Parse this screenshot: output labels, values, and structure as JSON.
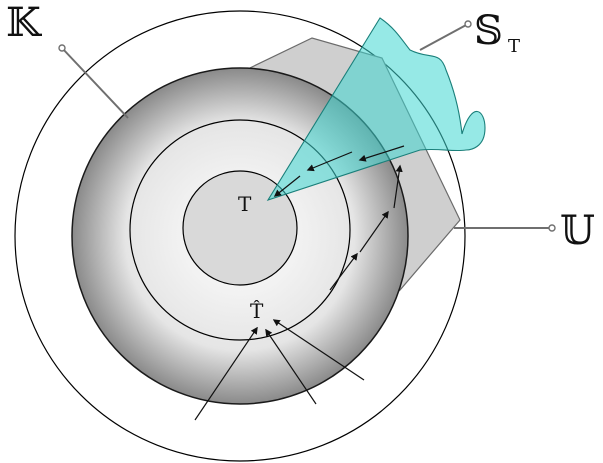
{
  "diagram": {
    "labels": {
      "K": "𝕂",
      "S_main": "𝕊",
      "S_sub": "T",
      "U": "𝕌",
      "T": "T",
      "T_hat": "T̂"
    },
    "colors": {
      "outer_circle_stroke": "#000000",
      "polygon_fill": "#cfcfcf",
      "polygon_stroke": "#6b6b6b",
      "disk_center": "#ffffff",
      "disk_edge": "#6d6d6d",
      "inner_circle_fill": "#d9d9d9",
      "cone_fill": "#40d7d1",
      "cone_stroke": "#1a7f7a",
      "pointer_line": "#6f6f6f",
      "arrow": "#111111"
    }
  }
}
